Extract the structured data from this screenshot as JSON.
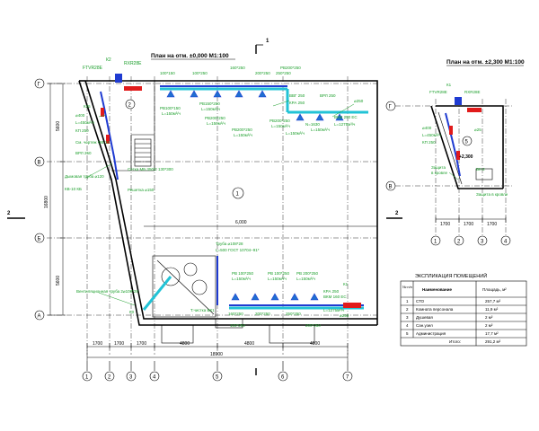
{
  "plans": {
    "main_title": "План на отм. ±0,000 М1:100",
    "side_title": "План на отм. ±2,300 М1:100"
  },
  "section_marks": {
    "label": "1",
    "cut_label": "2"
  },
  "rows_main": [
    "Г",
    "В",
    "Б",
    "А"
  ],
  "rows_side": [
    "Г",
    "В"
  ],
  "cols_main": [
    "1",
    "2",
    "3",
    "4",
    "5",
    "6",
    "7"
  ],
  "cols_side": [
    "1",
    "2",
    "3",
    "4"
  ],
  "dims_main": [
    "1700",
    "1700",
    "1700",
    "4800",
    "4800",
    "4800"
  ],
  "dims_main_total": "18900",
  "dims_side": [
    "1700",
    "1700",
    "1700"
  ],
  "dims_vertical": [
    "5600",
    "16800",
    "5600"
  ],
  "span_6000": "6,000",
  "room_numbers": [
    "1",
    "2",
    "5"
  ],
  "level_mark": "+2,300",
  "labels": {
    "ftvr_top": "FTVR28E",
    "rxr_top": "RXR28E",
    "k2": "К2",
    "ftvr_side": "FTVR28E",
    "rxr_side": "RXR28E",
    "k1": "К1",
    "sizes_top": [
      "100*150",
      "100*250",
      "160*250",
      "200*250",
      "250*250",
      "РВ200*250"
    ],
    "vvg": "ВВГ 250",
    "vrl": "ВРЛ 250",
    "dia250": "⌀250",
    "kpa": "КРА 250",
    "pb_labels": [
      "РВ100*150",
      "L=150м³/ч",
      "РВ150*250",
      "L=150м³/ч",
      "РВ200*250",
      "L=150м³/ч",
      "РВ200*250",
      "L=150м³/ч"
    ],
    "v400": "⌀400",
    "l450": "L=450м³/ч",
    "kp250": "КП 250",
    "n": "N=1630",
    "l1275": "L=1275м³/ч",
    "ban250": "ВКМ 250 ЕС",
    "sm_note": "См. чертеж ОВ-12",
    "gridnote": "Сетка МБ 350/2 130*300",
    "vent_grille": "Решетка ⌀150",
    "smoke_pipe": "Дымовая труба ⌀120",
    "smoke_note": "КВ-10 КБ",
    "k25": "К25",
    "trub": "Труба ⌀108*28",
    "trub2": "L=500 ГОСТ 10704–91*",
    "vent_pipe": "Вентиляционная труба 2⌀108*28",
    "k0": "К0 ",
    "chistka": "Т.чистка ВК1",
    "pb_bottom": [
      "РВ 100*250",
      "L=150м³/ч",
      "РВ 100*250",
      "L=150м³/ч",
      "РВ 200*250",
      "L=150м³/ч"
    ],
    "k1_bottom": "К1",
    "ban160": "ВКМ 160 ЕС",
    "l1275b": "L=1275м³/ч",
    "kpa250b": "КРА 250",
    "dia250b": "⌀250",
    "sizes_bottom": [
      "160*250",
      "200*250",
      "250*250",
      "100*250",
      "200*250"
    ],
    "side_dia": "⌀25",
    "side_vk": "ВК-2",
    "side_note1": "Защита",
    "side_note2": "в кровле",
    "side_note3": "Защита в кровле"
  },
  "table": {
    "title": "ЭКСПЛИКАЦИЯ ПОМЕЩЕНИЙ",
    "headers": [
      "№ п/п",
      "Наименование",
      "Площадь, м²"
    ],
    "rows": [
      [
        "1",
        "СТО",
        "257,7 м²"
      ],
      [
        "2",
        "Комната персонала",
        "11,9 м²"
      ],
      [
        "3",
        "Душевая",
        "2 м²"
      ],
      [
        "4",
        "Сан.узел",
        "2 м²"
      ],
      [
        "5",
        "Администрация",
        "17,7 м²"
      ]
    ],
    "total_label": "Итого:",
    "total_value": "291,2 м²"
  }
}
